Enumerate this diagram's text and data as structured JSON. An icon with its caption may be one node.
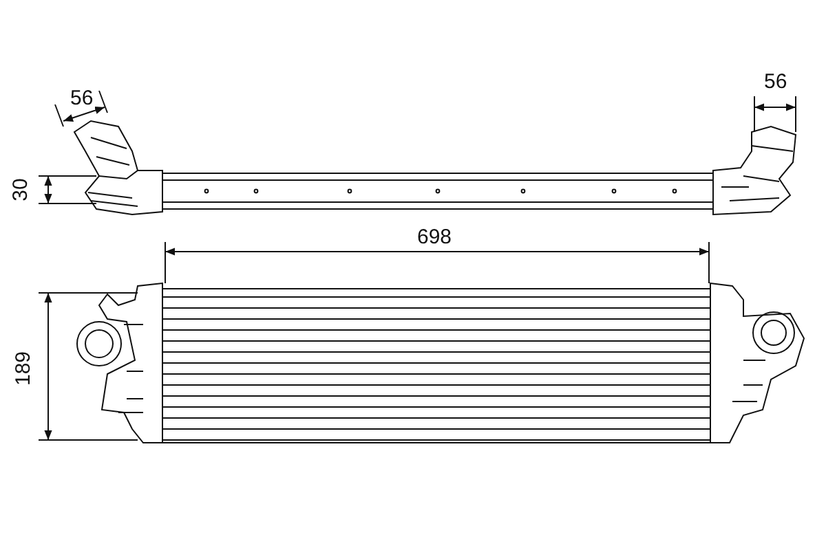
{
  "diagram": {
    "labels": [
      "56",
      "56",
      "30",
      "698",
      "189"
    ]
  }
}
